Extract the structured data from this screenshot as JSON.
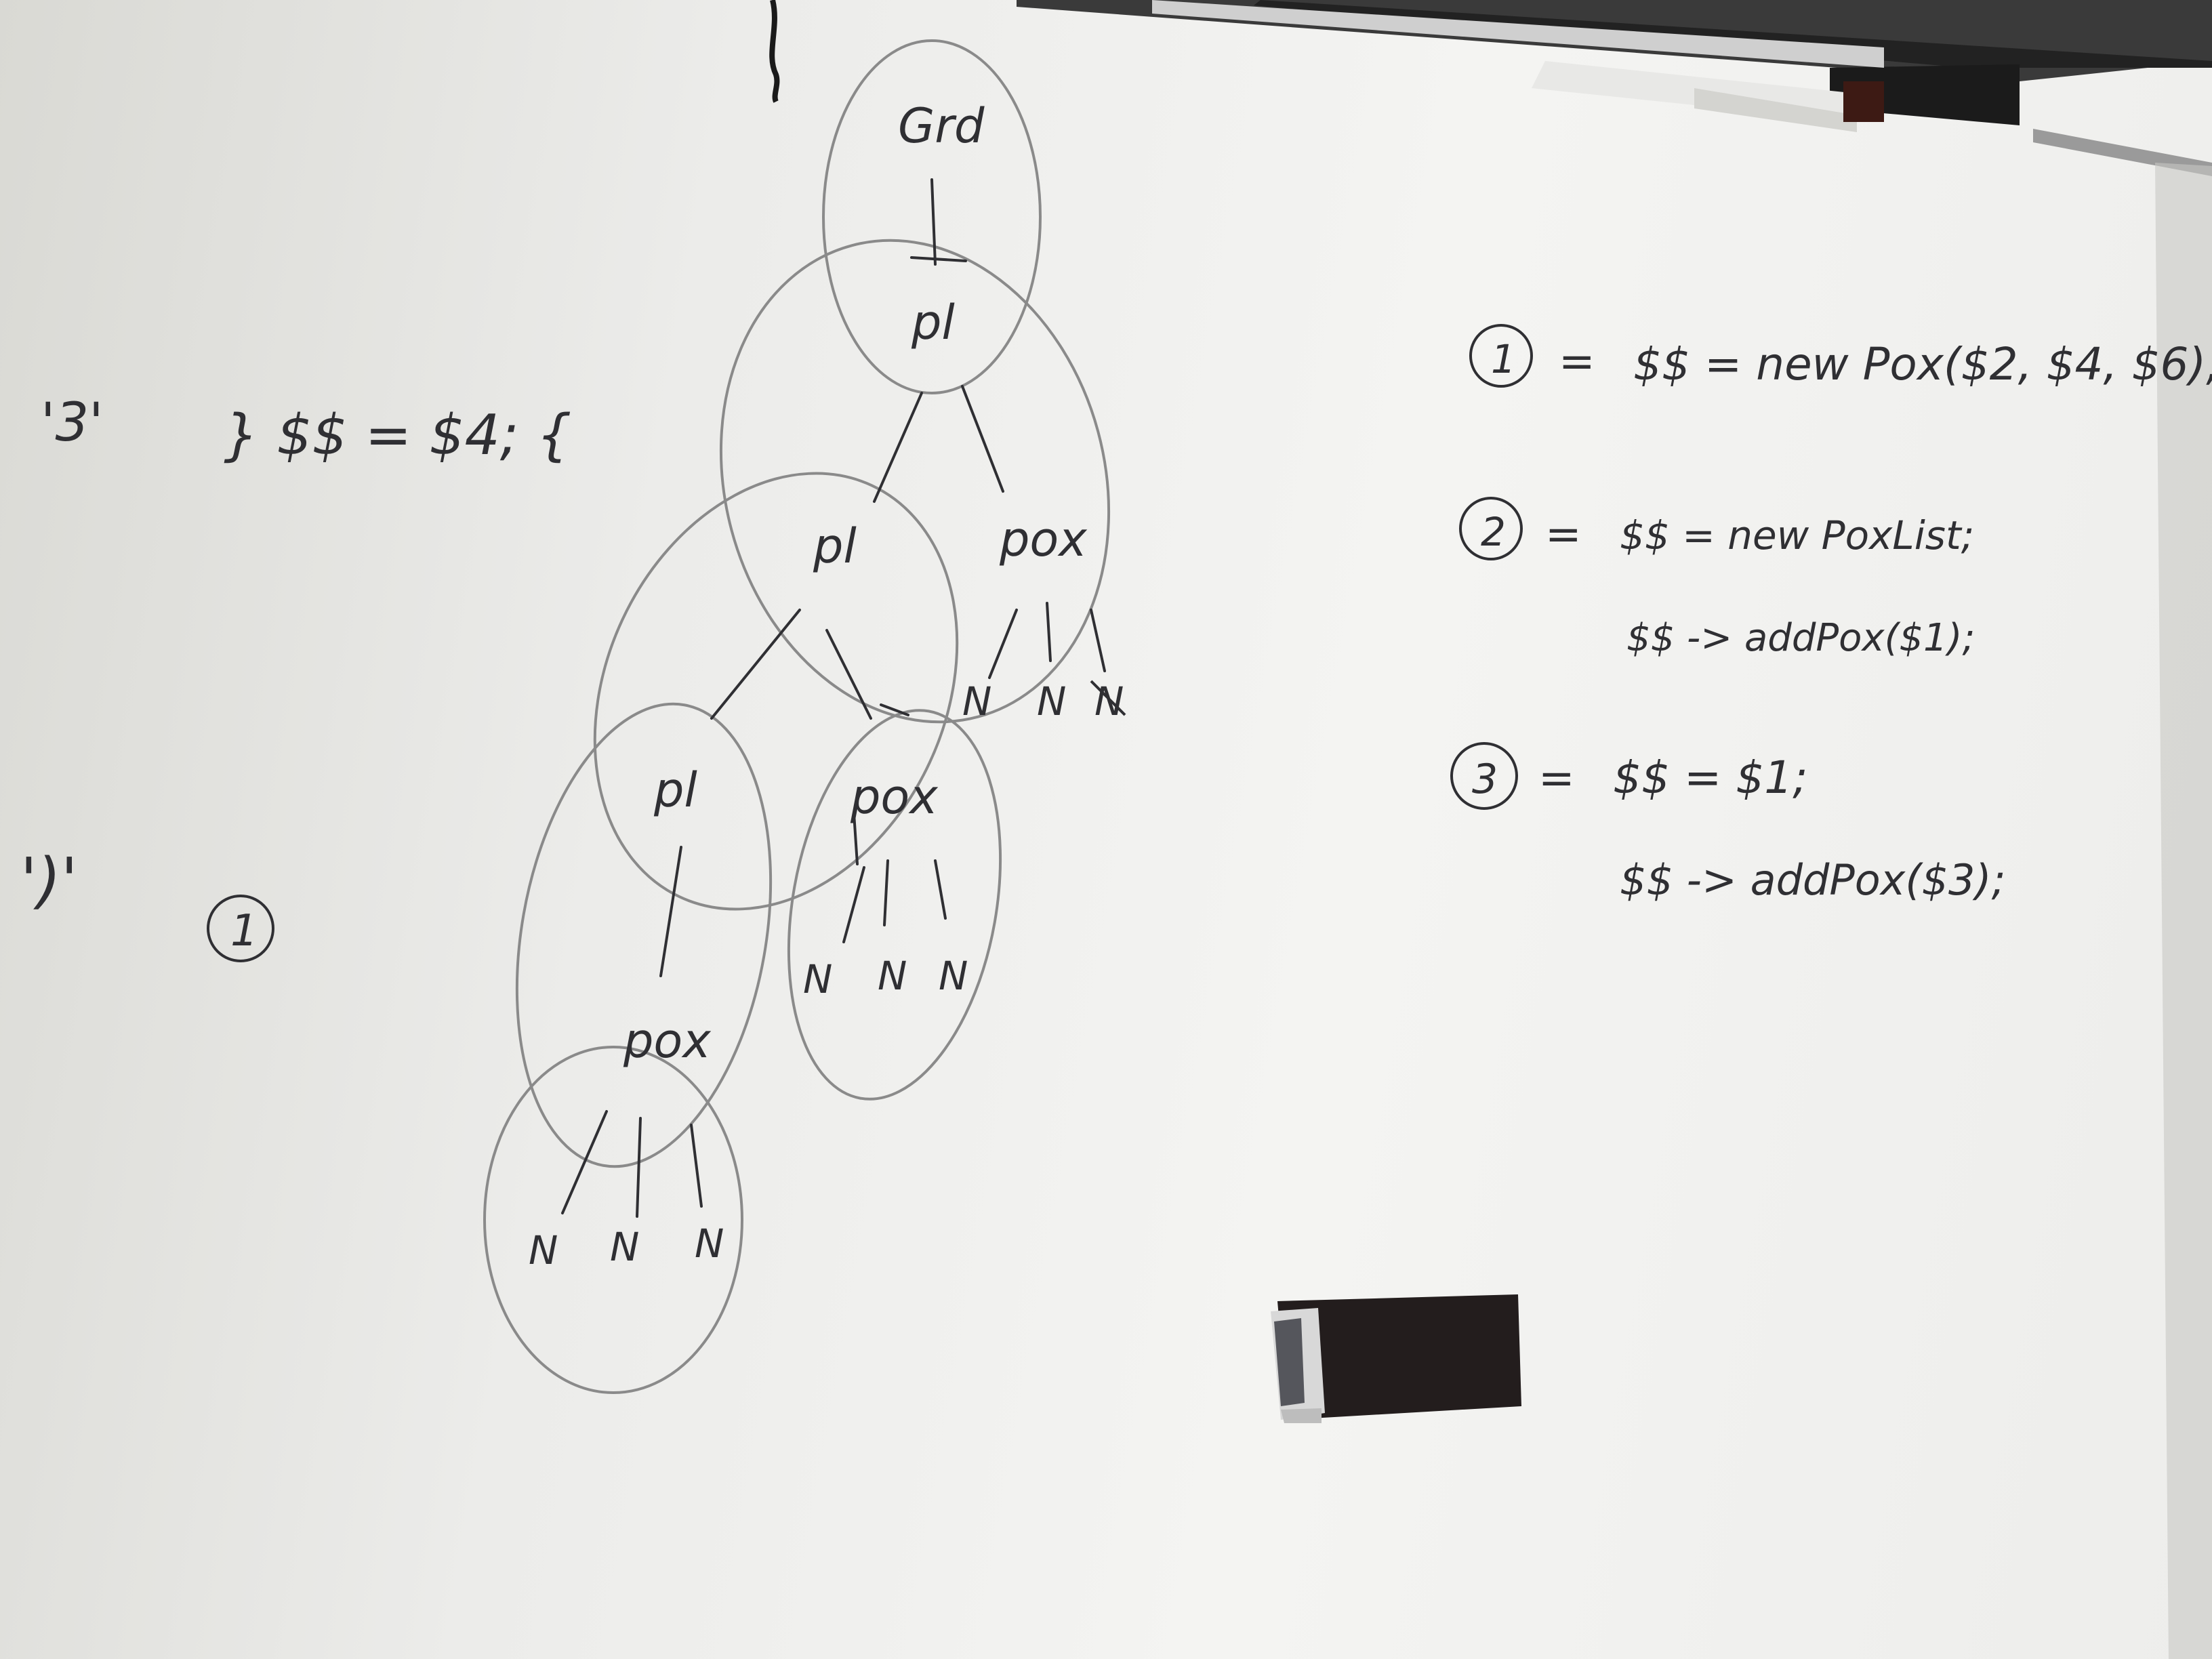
{
  "scene": "whiteboard",
  "ink_color": "#2f2f33",
  "circle_color": "#8a8a8a",
  "left_notes": {
    "line1_token": "'3'",
    "line1_action": "} $$ = $4; {",
    "line2_token": "')'",
    "line2_ref": "1"
  },
  "tree": {
    "root": "Grd",
    "pl_top": "pl",
    "pl_mid": "pl",
    "pox_right": "pox",
    "pl_low": "pl",
    "pox_mid": "pox",
    "pox_low": "pox",
    "leaf": "N",
    "leaf_struck": "N"
  },
  "rules": [
    {
      "num": "1",
      "eq": "=",
      "lines": [
        "$$ = new Pox($2, $4, $6);"
      ]
    },
    {
      "num": "2",
      "eq": "=",
      "lines": [
        "$$ = new PoxList;",
        "$$ -> addPox($1);"
      ]
    },
    {
      "num": "3",
      "eq": "=",
      "lines": [
        "$$ = $1;",
        "$$ -> addPox($3);"
      ]
    }
  ]
}
